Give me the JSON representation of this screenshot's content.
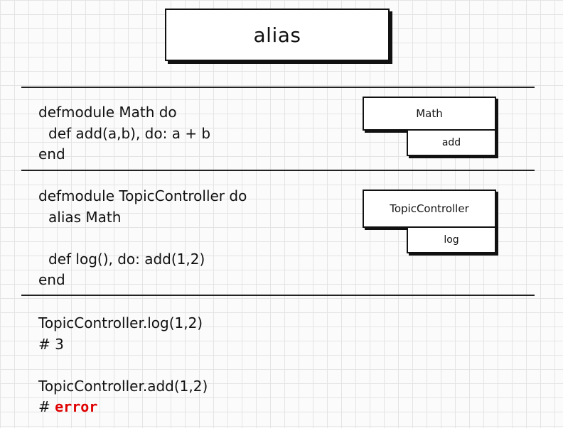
{
  "title": "alias",
  "section1": {
    "code": [
      "defmodule Math do",
      "def add(a,b), do: a + b",
      "end"
    ],
    "diagram": {
      "module": "Math",
      "function": "add"
    }
  },
  "section2": {
    "code": [
      "defmodule TopicController do",
      "alias Math",
      "",
      "def log(), do: add(1,2)",
      "end"
    ],
    "diagram": {
      "module": "TopicController",
      "function": "log"
    }
  },
  "section3": {
    "call1": "TopicController.log(1,2)",
    "result1": "# 3",
    "call2": "TopicController.add(1,2)",
    "result2_prefix": "#",
    "result2_error": "error"
  },
  "colors": {
    "error": "#e00000",
    "ink": "#111111",
    "grid": "#e4e4e4"
  }
}
